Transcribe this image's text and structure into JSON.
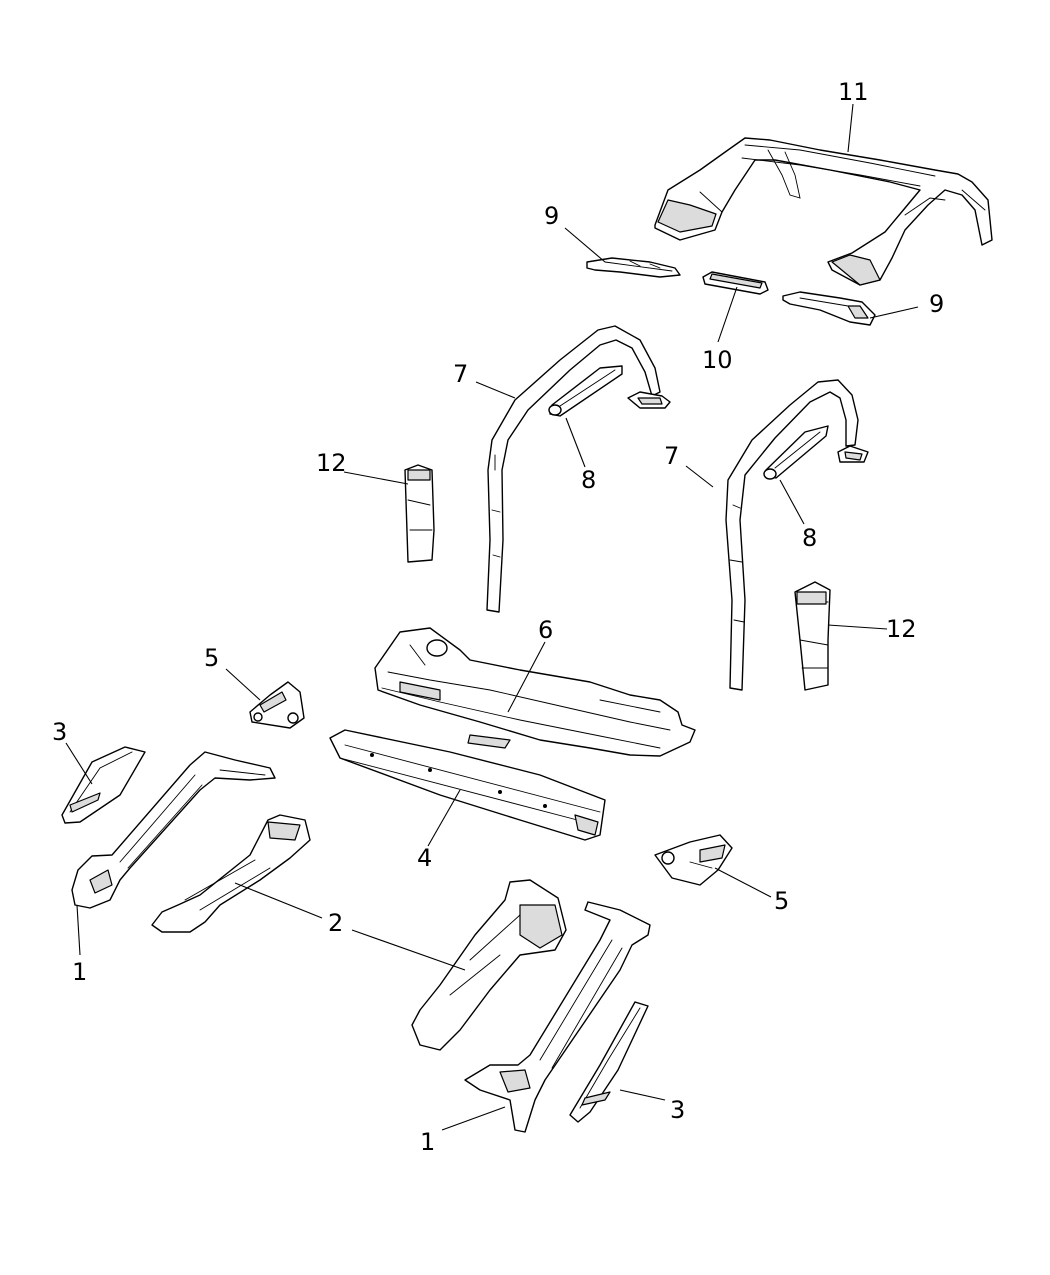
{
  "callouts": [
    {
      "id": "c11",
      "text": "11"
    },
    {
      "id": "c9a",
      "text": "9"
    },
    {
      "id": "c9b",
      "text": "9"
    },
    {
      "id": "c10",
      "text": "10"
    },
    {
      "id": "c7a",
      "text": "7"
    },
    {
      "id": "c7b",
      "text": "7"
    },
    {
      "id": "c8a",
      "text": "8"
    },
    {
      "id": "c8b",
      "text": "8"
    },
    {
      "id": "c12a",
      "text": "12"
    },
    {
      "id": "c12b",
      "text": "12"
    },
    {
      "id": "c6",
      "text": "6"
    },
    {
      "id": "c5a",
      "text": "5"
    },
    {
      "id": "c5b",
      "text": "5"
    },
    {
      "id": "c4",
      "text": "4"
    },
    {
      "id": "c3a",
      "text": "3"
    },
    {
      "id": "c3b",
      "text": "3"
    },
    {
      "id": "c2",
      "text": "2"
    },
    {
      "id": "c1a",
      "text": "1"
    },
    {
      "id": "c1b",
      "text": "1"
    }
  ]
}
